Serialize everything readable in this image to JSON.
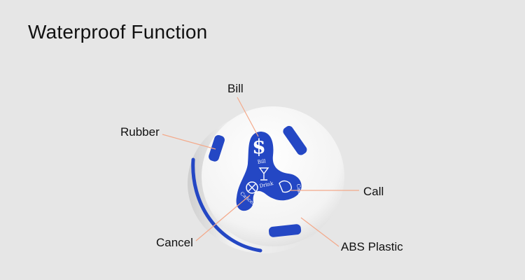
{
  "title": "Waterproof Function",
  "callouts": {
    "bill": "Bill",
    "rubber": "Rubber",
    "call": "Call",
    "cancel": "Cancel",
    "abs_plastic": "ABS Plastic"
  },
  "device_buttons": {
    "bill": "Bill",
    "drink": "Drink",
    "call": "Call",
    "cancel": "Cancel"
  },
  "colors": {
    "background": "#e6e6e6",
    "body": "#f4f4f4",
    "accent_blue": "#2447c4",
    "leader_line": "#f4a98a"
  }
}
